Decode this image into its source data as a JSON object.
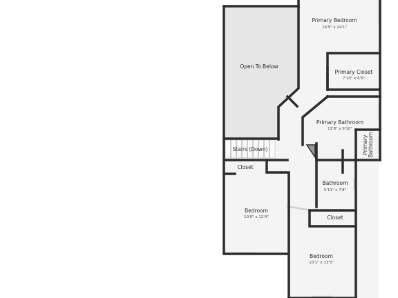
{
  "rooms": {
    "open_to_below": {
      "name": "Open To Below",
      "dims": ""
    },
    "primary_bedroom": {
      "name": "Primary Bedroom",
      "dims": "14'5\" x 24'1\""
    },
    "primary_closet": {
      "name": "Primary Closet",
      "dims": "7'10\" x 6'5\""
    },
    "primary_bathroom": {
      "name": "Primary Bathroom",
      "dims": "11'8\" x 9'10\""
    },
    "primary_bathroom_small": {
      "name_line1": "Primary",
      "name_line2": "Bathroom"
    },
    "stairs": {
      "name": "Stairs (Down)"
    },
    "closet_left": {
      "name": "Closet"
    },
    "bathroom": {
      "name": "Bathroom",
      "dims": "5'11\" x 7'8\""
    },
    "bedroom_left": {
      "name": "Bedroom",
      "dims": "10'0\" x 12'4\""
    },
    "closet_right": {
      "name": "Closet"
    },
    "bedroom_right": {
      "name": "Bedroom",
      "dims": "10'1\" x 13'5\""
    }
  },
  "colors": {
    "wall": "#2d2d2d",
    "open_area": "#e6e6e6",
    "floor": "#f4f4f4"
  }
}
